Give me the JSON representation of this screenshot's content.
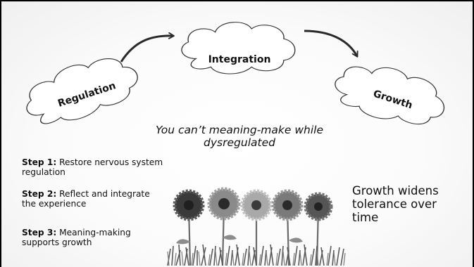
{
  "diagram": {
    "nodes": [
      {
        "id": "regulation",
        "label": "Regulation"
      },
      {
        "id": "integration",
        "label": "Integration"
      },
      {
        "id": "growth",
        "label": "Growth"
      }
    ],
    "edges": [
      {
        "from": "regulation",
        "to": "integration"
      },
      {
        "from": "integration",
        "to": "growth"
      }
    ]
  },
  "tagline": "You can’t meaning-make while dysregulated",
  "steps": [
    {
      "label": "Step 1:",
      "text": " Restore nervous system regulation"
    },
    {
      "label": "Step 2:",
      "text": " Reflect and integrate the experience"
    },
    {
      "label": "Step 3:",
      "text": " Meaning-making supports growth"
    }
  ],
  "growth_note": "Growth widens tolerance over time",
  "illustration": {
    "subject": "row of gerbera daisies on grass",
    "flower_colors": [
      "#3a3a3a",
      "#8a8a8a",
      "#a9a9a9",
      "#7a7a7a",
      "#555555"
    ]
  }
}
